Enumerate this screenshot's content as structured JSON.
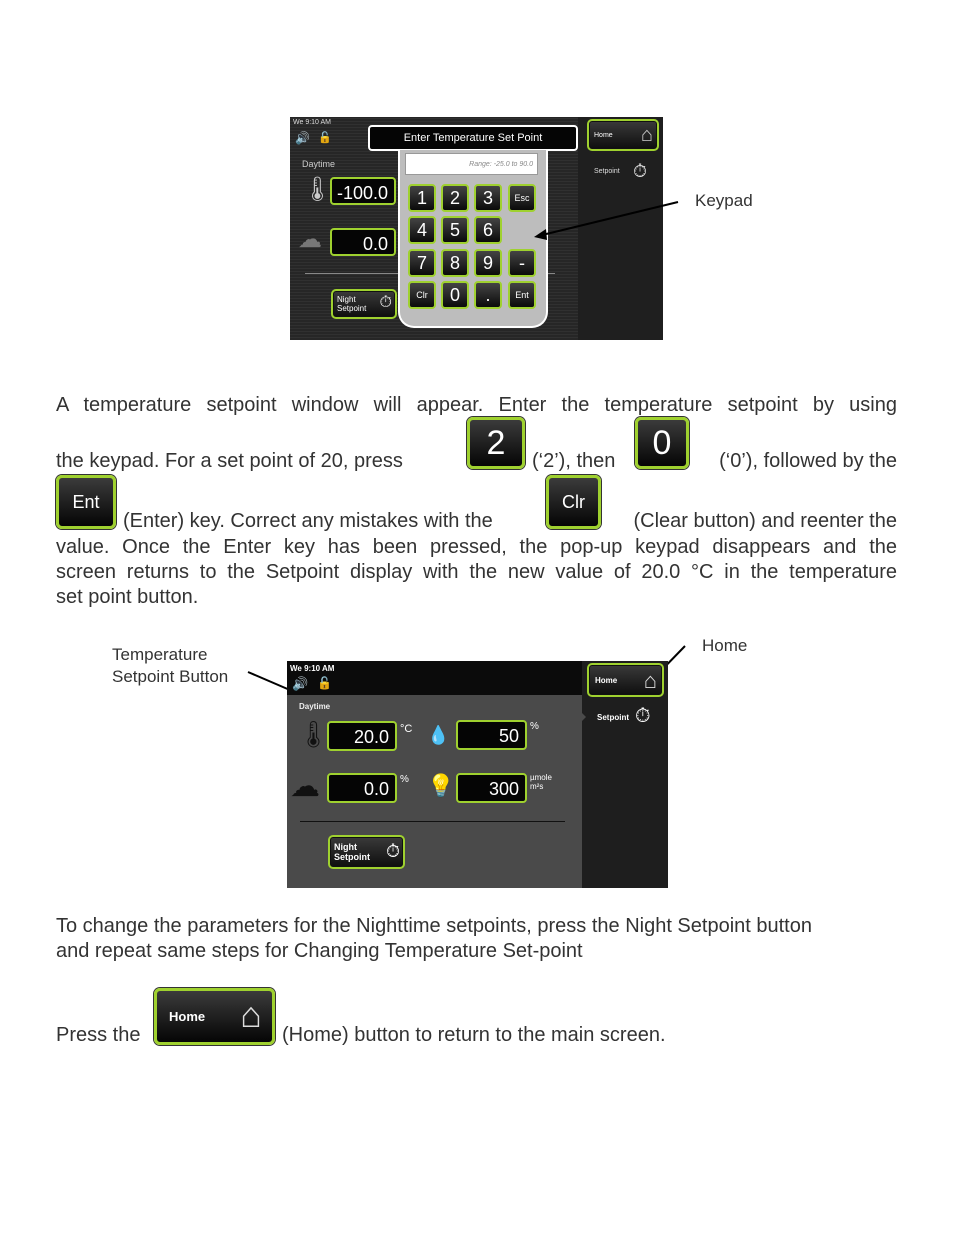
{
  "screen1": {
    "status_time": "We 9:10 AM",
    "dialog_title": "Enter Temperature Set Point",
    "range_text": "Range: -25.0 to 90.0",
    "daytime_label": "Daytime",
    "temp_value": "-100.0",
    "humidity_value": "0.0",
    "home_label": "Home",
    "setpoint_label": "Setpoint",
    "night_label_1": "Night",
    "night_label_2": "Setpoint",
    "keys": [
      "1",
      "2",
      "3",
      "Esc",
      "4",
      "5",
      "6",
      "7",
      "8",
      "9",
      "-",
      "Clr",
      "0",
      ".",
      "Ent"
    ]
  },
  "callouts": {
    "keypad": "Keypad",
    "temp_btn_1": "Temperature",
    "temp_btn_2": "Setpoint Button",
    "home": "Home"
  },
  "para1": {
    "line1": "A temperature setpoint window will appear.  Enter the temperature setpoint by using",
    "line2a": "the keypad.  For a set point of 20, press",
    "line2b": "(‘2’), then",
    "line2c": "(‘0’), followed by the",
    "line3a": "(Enter) key.  Correct any mistakes with the",
    "line3b": "(Clear button) and reenter the",
    "line4": "value.  Once the Enter key has been pressed, the pop-up keypad disappears and the",
    "line5": "screen returns to the Setpoint display with the new value of 20.0 °C in the temperature",
    "line6": "set point button.",
    "key2": "2",
    "key0": "0",
    "keyEnt": "Ent",
    "keyClr": "Clr"
  },
  "screen2": {
    "status_time": "We 9:10 AM",
    "daytime_label": "Daytime",
    "temp_value": "20.0",
    "temp_unit": "°C",
    "rh_value": "50",
    "rh_unit": "%",
    "co2_value": "0.0",
    "co2_unit": "%",
    "light_value": "300",
    "light_unit_1": "µmole",
    "light_unit_2": "m²s",
    "home_label": "Home",
    "setpoint_label": "Setpoint",
    "night_label_1": "Night",
    "night_label_2": "Setpoint"
  },
  "para2": {
    "line1": "To change the parameters for the Nighttime setpoints, press the Night Setpoint button",
    "line2": "and repeat same steps for Changing Temperature Set-point"
  },
  "para3": {
    "press": "Press the",
    "home_btn": "Home",
    "rest": "(Home) button to return to the main screen."
  },
  "colors": {
    "accent": "#9fd12f",
    "screen_bg": "#2a2a2a"
  }
}
